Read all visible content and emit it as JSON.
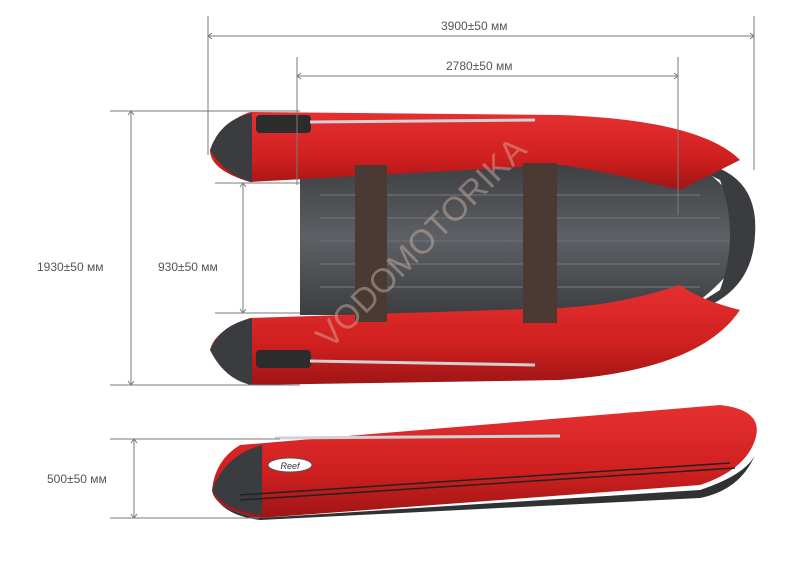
{
  "dimensions": {
    "overall_length": "3900±50 мм",
    "inner_length": "2780±50 мм",
    "overall_width": "1930±50 мм",
    "inner_width": "930±50 мм",
    "height": "500±50 мм"
  },
  "watermark": "VODOMOTORIKA",
  "logo": "Reef",
  "colors": {
    "tube": "#d42222",
    "dark": "#3a3c3f",
    "floor": "#55585c",
    "seat": "#4a3a33",
    "line": "#7a7a7a"
  }
}
